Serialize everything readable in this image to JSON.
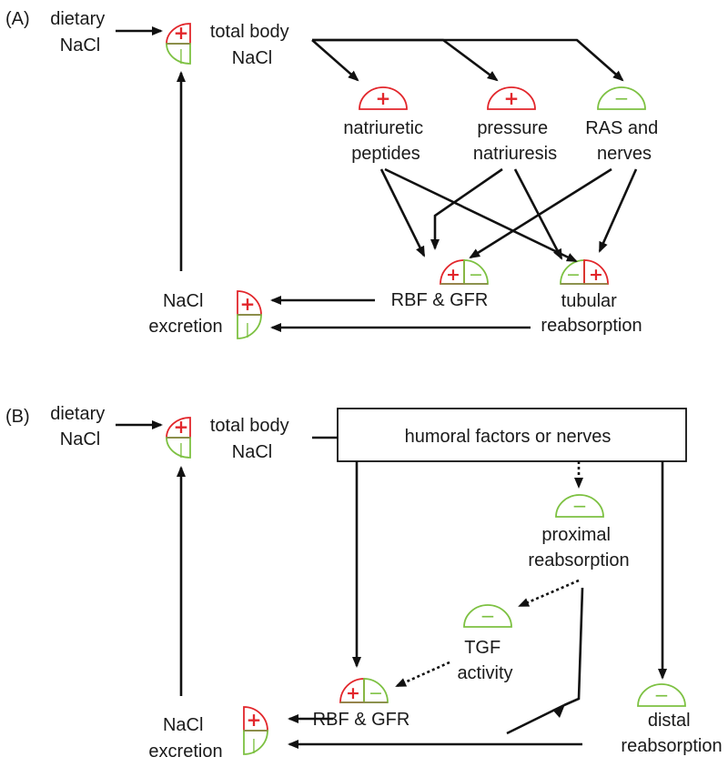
{
  "colors": {
    "increase": "#e2262b",
    "decrease": "#7dc142",
    "line": "#111111"
  },
  "symbols": {
    "plus": "+",
    "minus": "−",
    "bar": "|"
  },
  "panel_a": {
    "label": "(A)",
    "dietary": [
      "dietary",
      "NaCl"
    ],
    "total_body": [
      "total body",
      "NaCl"
    ],
    "natriuretic": [
      "natriuretic",
      "peptides"
    ],
    "pressure": [
      "pressure",
      "natriuresis"
    ],
    "ras": [
      "RAS and",
      "nerves"
    ],
    "rbf": "RBF & GFR",
    "tubular": [
      "tubular",
      "reabsorption"
    ],
    "excretion": [
      "NaCl",
      "excretion"
    ]
  },
  "panel_b": {
    "label": "(B)",
    "dietary": [
      "dietary",
      "NaCl"
    ],
    "total_body": [
      "total body",
      "NaCl"
    ],
    "humoral": "humoral factors or nerves",
    "proximal": [
      "proximal",
      "reabsorption"
    ],
    "tgf": [
      "TGF",
      "activity"
    ],
    "rbf": "RBF & GFR",
    "distal": [
      "distal",
      "reabsorption"
    ],
    "excretion": [
      "NaCl",
      "excretion"
    ]
  }
}
